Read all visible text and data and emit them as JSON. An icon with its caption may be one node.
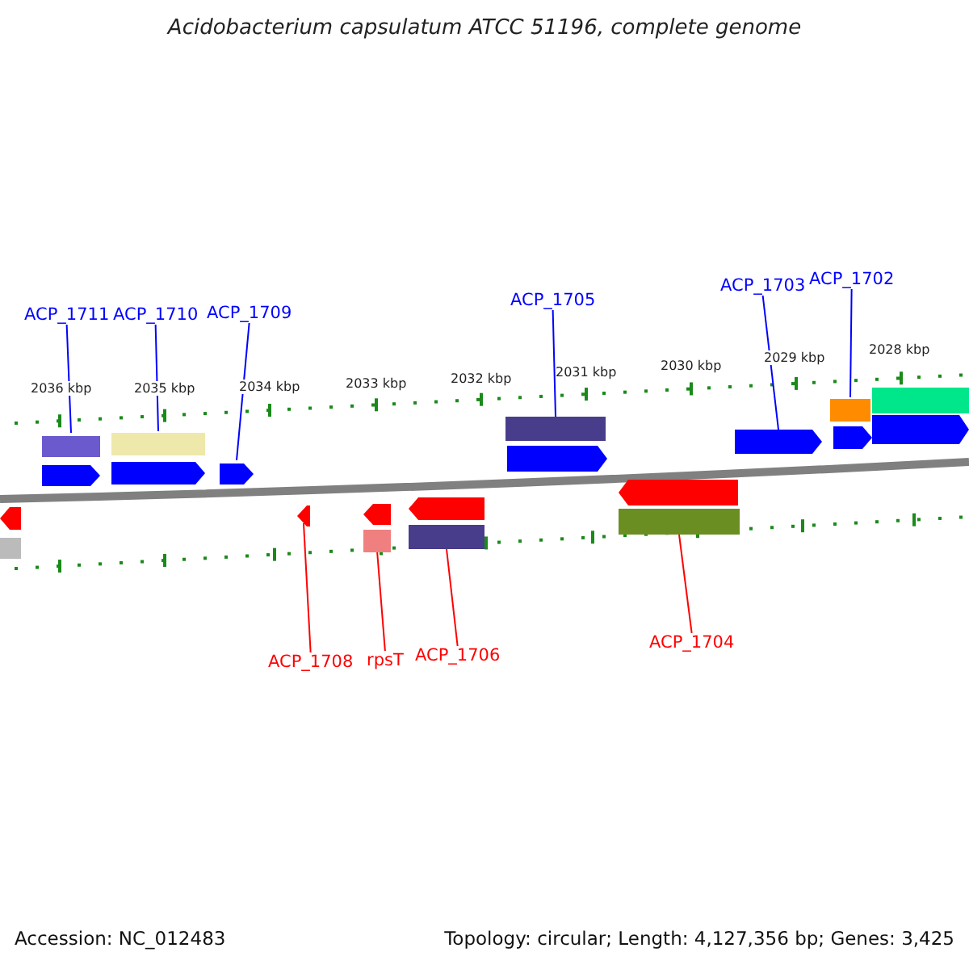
{
  "diagram": {
    "title": "Acidobacterium capsulatum ATCC 51196, complete genome",
    "nodes": [
      {
        "text": [
          "ACP_1711"
        ]
      },
      {
        "text": [
          "ACP_1710"
        ]
      },
      {
        "text": [
          "ACP_1709"
        ]
      },
      {
        "text": [
          "ACP_1705"
        ]
      },
      {
        "text": [
          "ACP_1703"
        ]
      },
      {
        "text": [
          "ACP_1702"
        ]
      },
      {
        "text": [],
        "shape": "arrow"
      },
      {
        "text": [],
        "shape": "arrow"
      },
      {
        "text": [],
        "shape": "arrow"
      },
      {
        "text": [],
        "shape": "arrow"
      },
      {
        "text": [],
        "shape": "arrow"
      },
      {
        "text": [],
        "shape": "arrow"
      },
      {
        "text": [],
        "shape": "arrow"
      },
      {
        "text": [],
        "shape": "arrow"
      },
      {
        "text": [],
        "shape": "arrow"
      },
      {
        "text": [],
        "shape": "arrow"
      },
      {
        "text": [
          "ACP_1708"
        ]
      },
      {
        "text": [
          "rpsT"
        ]
      },
      {
        "text": [
          "ACP_1706"
        ]
      },
      {
        "text": [
          "ACP_1704"
        ]
      },
      {
        "text": [],
        "shape": "bar"
      },
      {
        "text": [],
        "shape": "bar"
      },
      {
        "text": [],
        "shape": "bar"
      },
      {
        "text": [],
        "shape": "bar"
      },
      {
        "text": [],
        "shape": "bar"
      },
      {
        "text": [],
        "shape": "arrow"
      },
      {
        "text": [],
        "shape": "arrow"
      },
      {
        "text": [],
        "shape": "bar"
      },
      {
        "text": [],
        "shape": "bar"
      },
      {
        "text": [],
        "shape": "bar"
      },
      {
        "text": [],
        "shape": "bar"
      }
    ],
    "edges": [
      {
        "from": 0,
        "to": 20,
        "arrow": "none",
        "color": "#0000ff"
      },
      {
        "from": 1,
        "to": 21,
        "arrow": "none",
        "color": "#0000ff"
      },
      {
        "from": 2,
        "to": 8,
        "arrow": "none",
        "color": "#0000ff"
      },
      {
        "from": 3,
        "to": 22,
        "arrow": "none",
        "color": "#0000ff"
      },
      {
        "from": 4,
        "to": 10,
        "arrow": "none",
        "color": "#0000ff"
      },
      {
        "from": 5,
        "to": 23,
        "arrow": "none",
        "color": "#0000ff"
      },
      {
        "from": 16,
        "to": 12,
        "arrow": "none",
        "color": "#ff0000"
      },
      {
        "from": 17,
        "to": 28,
        "arrow": "none",
        "color": "#ff0000"
      },
      {
        "from": 18,
        "to": 29,
        "arrow": "none",
        "color": "#ff0000"
      },
      {
        "from": 19,
        "to": 30,
        "arrow": "none",
        "color": "#ff0000"
      }
    ],
    "labels": [
      "2036 kbp",
      "2035 kbp",
      "2034 kbp",
      "2033 kbp",
      "2032 kbp",
      "2031 kbp",
      "2030 kbp",
      "2029 kbp",
      "2028 kbp",
      "Accession: NC_012483",
      "Topology: circular; Length: 4,127,356 bp; Genes: 3,425"
    ]
  }
}
